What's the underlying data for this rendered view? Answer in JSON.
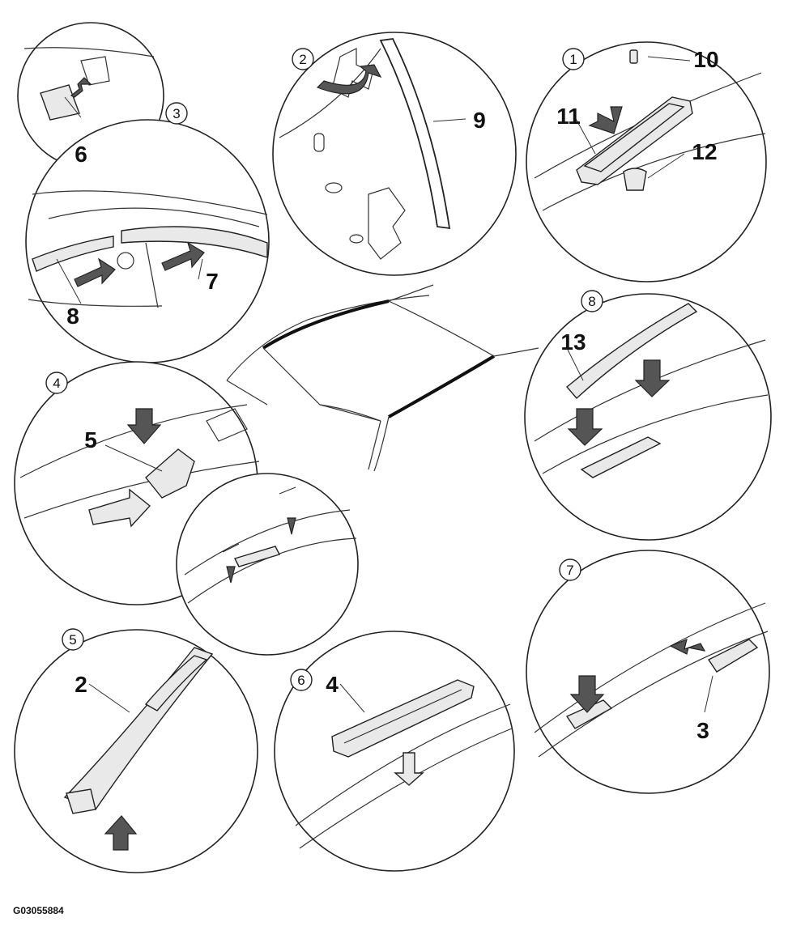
{
  "figure_id": "G03055884",
  "step_numbers": [
    "1",
    "2",
    "3",
    "4",
    "5",
    "6",
    "7",
    "8"
  ],
  "callouts": [
    "2",
    "3",
    "4",
    "5",
    "6",
    "7",
    "8",
    "9",
    "10",
    "11",
    "12",
    "13"
  ]
}
